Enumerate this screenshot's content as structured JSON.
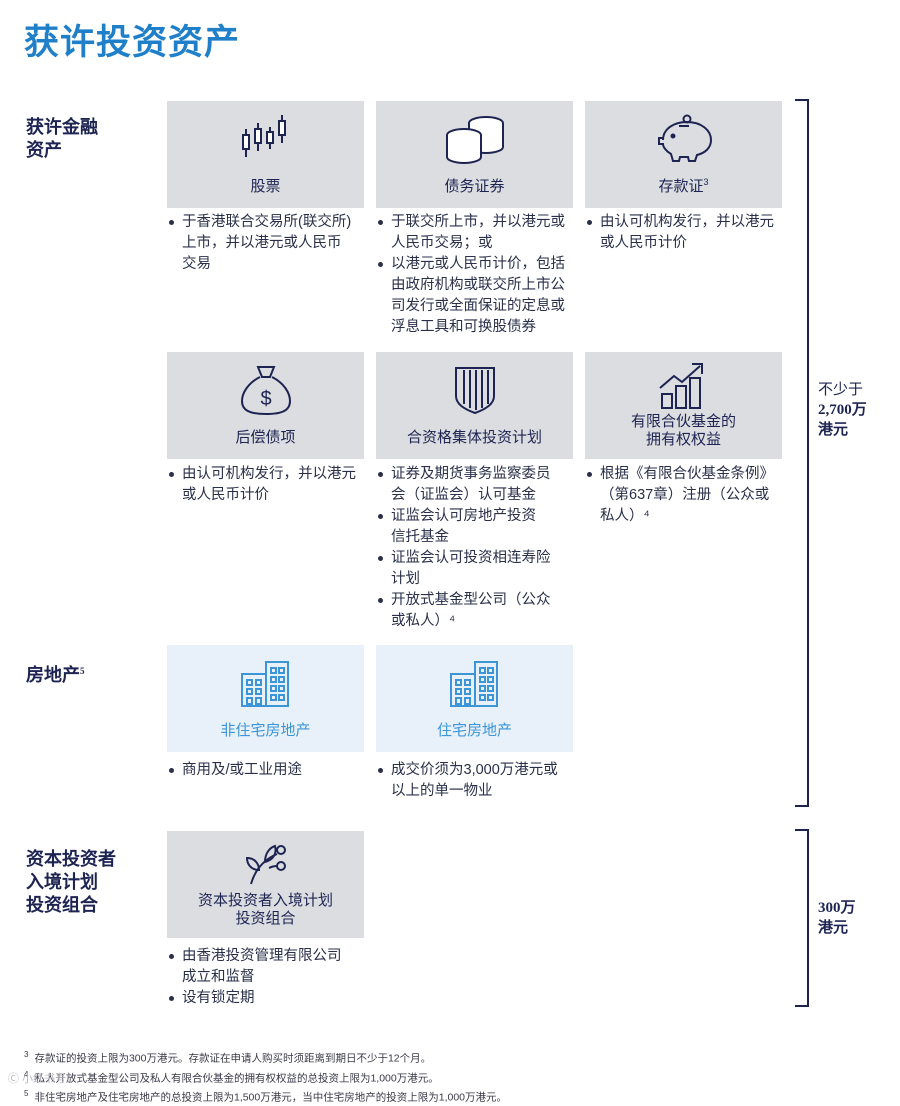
{
  "title": "获许投资资产",
  "sections": {
    "financial": "获许金融\n资产",
    "realestate": "房地产",
    "realestate_sup": "5",
    "portfolio": "资本投资者\n入境计划\n投资组合"
  },
  "cards": [
    {
      "label": "股票",
      "sup": "",
      "icon": "candlestick-chart-icon",
      "bullets": [
        "于香港联合交易所(联交所)\n上市，并以港元或人民币\n交易"
      ]
    },
    {
      "label": "债务证券",
      "sup": "",
      "icon": "coin-stack-icon",
      "bullets": [
        "于联交所上市，并以港元或\n人民币交易；或",
        "以港元或人民币计价，包括\n由政府机构或联交所上市公\n司发行或全面保证的定息或\n浮息工具和可换股债券"
      ]
    },
    {
      "label": "存款证",
      "sup": "3",
      "icon": "piggy-bank-icon",
      "bullets": [
        "由认可机构发行，并以港元\n或人民币计价"
      ]
    },
    {
      "label": "后偿债项",
      "sup": "",
      "icon": "money-bag-icon",
      "bullets": [
        "由认可机构发行，并以港元\n或人民币计价"
      ]
    },
    {
      "label": "合资格集体投资计划",
      "sup": "",
      "icon": "shield-icon",
      "bullets": [
        "证券及期货事务监察委员\n会（证监会）认可基金",
        "证监会认可房地产投资\n信托基金",
        "证监会认可投资相连寿险\n计划",
        "开放式基金型公司（公众\n或私人）⁴"
      ]
    },
    {
      "label": "有限合伙基金的\n拥有权权益",
      "sup": "",
      "icon": "growth-chart-icon",
      "bullets": [
        "根据《有限合伙基金条例》\n（第637章）注册（公众或\n私人）⁴"
      ]
    },
    {
      "label": "非住宅房地产",
      "sup": "",
      "icon": "building-icon",
      "bullets": [
        "商用及/或工业用途"
      ]
    },
    {
      "label": "住宅房地产",
      "sup": "",
      "icon": "building-icon",
      "bullets": [
        "成交价须为3,000万港元或\n以上的单一物业"
      ]
    },
    {
      "label": "资本投资者入境计划\n投资组合",
      "sup": "",
      "icon": "plant-icon",
      "bullets": [
        "由香港投资管理有限公司\n成立和监督",
        "设有锁定期"
      ]
    }
  ],
  "limits": {
    "upper_prefix": "不少于",
    "upper_amount": "2,700万",
    "upper_unit": "港元",
    "lower_amount": "300万",
    "lower_unit": "港元"
  },
  "footnotes": [
    {
      "num": "3",
      "text": "存款证的投资上限为300万港元。存款证在申请人购买时须距离到期日不少于12个月。"
    },
    {
      "num": "4",
      "text": "私人开放式基金型公司及私人有限合伙基金的拥有权权益的总投资上限为1,000万港元。"
    },
    {
      "num": "5",
      "text": "非住宅房地产及住宅房地产的总投资上限为1,500万港元，当中住宅房地产的投资上限为1,000万港元。"
    }
  ],
  "watermark": "Ⓒ 小红书号：",
  "colors": {
    "title": "#1f7fc8",
    "navy": "#1d2452",
    "card": "#dcdde0",
    "card_light": "#e8f1fa",
    "light_label": "#3b95d6"
  }
}
